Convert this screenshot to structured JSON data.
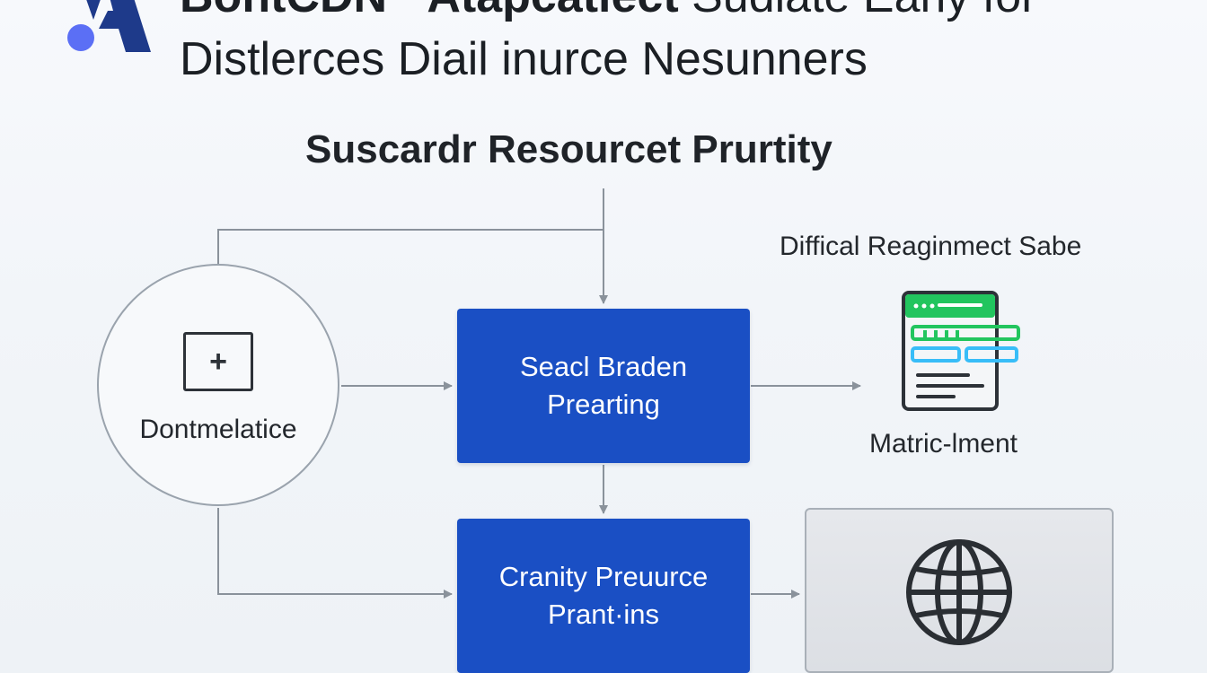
{
  "header": {
    "line1_bold": "BontCDN · Atapcatiect",
    "line1_light": " Sudiate Early for",
    "line2": "Distlerces Diail inurce Nesunners"
  },
  "section_title": "Suscardr Resourcet Prurtity",
  "nodes": {
    "circle": {
      "label": "Dontmelatice",
      "icon": "plus-box-icon",
      "icon_glyph": "+"
    },
    "box_top": {
      "lines": [
        "Seacl Braden",
        "Prearting"
      ]
    },
    "box_bottom": {
      "lines": [
        "Cranity Preuurce",
        "Prant·ins"
      ]
    },
    "right_top": {
      "label": "Diffical Reaginmect Sabe",
      "icon": "document-code-icon"
    },
    "right_mid": {
      "label": "Matric-lment"
    },
    "right_bottom": {
      "icon": "globe-icon"
    }
  },
  "colors": {
    "accent_blue": "#1a4fc4",
    "logo_blue": "#1e3a8a",
    "logo_dot": "#5b6ff5",
    "line_grey": "#8a929b",
    "code_green": "#22c55e",
    "code_blue": "#38bdf8"
  }
}
